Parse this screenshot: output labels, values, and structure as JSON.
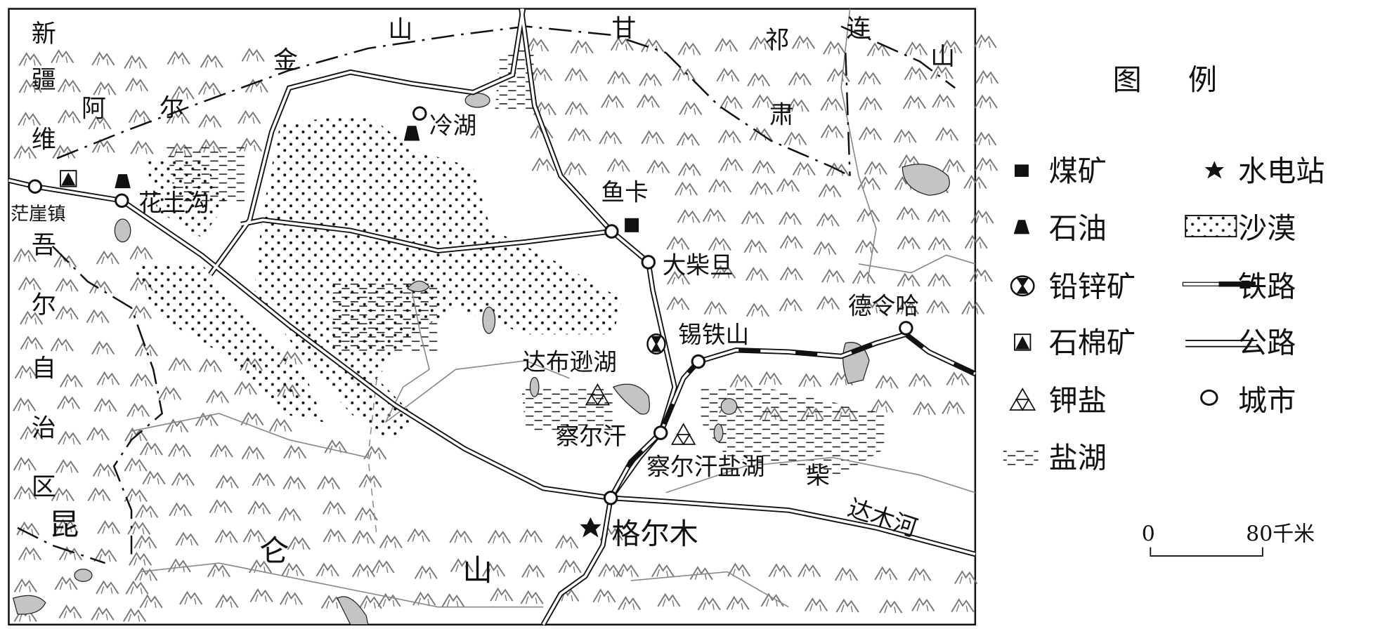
{
  "legend": {
    "title_1": "图",
    "title_2": "例",
    "items": [
      {
        "label": "煤矿",
        "icon": "coal-mine-square-icon"
      },
      {
        "label": "石油",
        "icon": "oil-trapezoid-icon"
      },
      {
        "label": "铅锌矿",
        "icon": "lead-zinc-mine-icon"
      },
      {
        "label": "石棉矿",
        "icon": "asbestos-mine-icon"
      },
      {
        "label": "钾盐",
        "icon": "potash-triangle-icon"
      },
      {
        "label": "盐湖",
        "icon": "salt-lake-dashes-icon"
      },
      {
        "label": "水电站",
        "icon": "hydropower-star-icon"
      },
      {
        "label": "沙漠",
        "icon": "desert-dots-icon"
      },
      {
        "label": "铁路",
        "icon": "railway-line-icon"
      },
      {
        "label": "公路",
        "icon": "highway-line-icon"
      },
      {
        "label": "城市",
        "icon": "city-circle-icon"
      }
    ]
  },
  "scale": {
    "start": "0",
    "end": "80千米"
  },
  "cities": {
    "mangya": "茫崖镇",
    "huatugou": "花土沟",
    "lenghu": "冷湖",
    "yuka": "鱼卡",
    "dachaidan": "大柴旦",
    "xitieshan": "锡铁山",
    "delingha": "德令哈",
    "qarhan": "察尔汗",
    "golmud": "格尔木"
  },
  "features": {
    "dabuxun_lake": "达布逊湖",
    "qarhan_salt_lake": "察尔汗盐湖",
    "qaidam_river_1": "柴",
    "qaidam_river_2": "达木河"
  },
  "regions": {
    "xinjiang": [
      "新",
      "疆",
      "维",
      "吾",
      "尔",
      "自",
      "治",
      "区"
    ],
    "altun": [
      "阿",
      "尔",
      "金",
      "山"
    ],
    "gansu": [
      "甘",
      "肃"
    ],
    "qilian": [
      "祁",
      "连",
      "山"
    ],
    "kunlun": [
      "昆",
      "仑",
      "山"
    ]
  },
  "colors": {
    "lake": "#c4c4c4",
    "ink": "#111111",
    "river": "#888888"
  }
}
